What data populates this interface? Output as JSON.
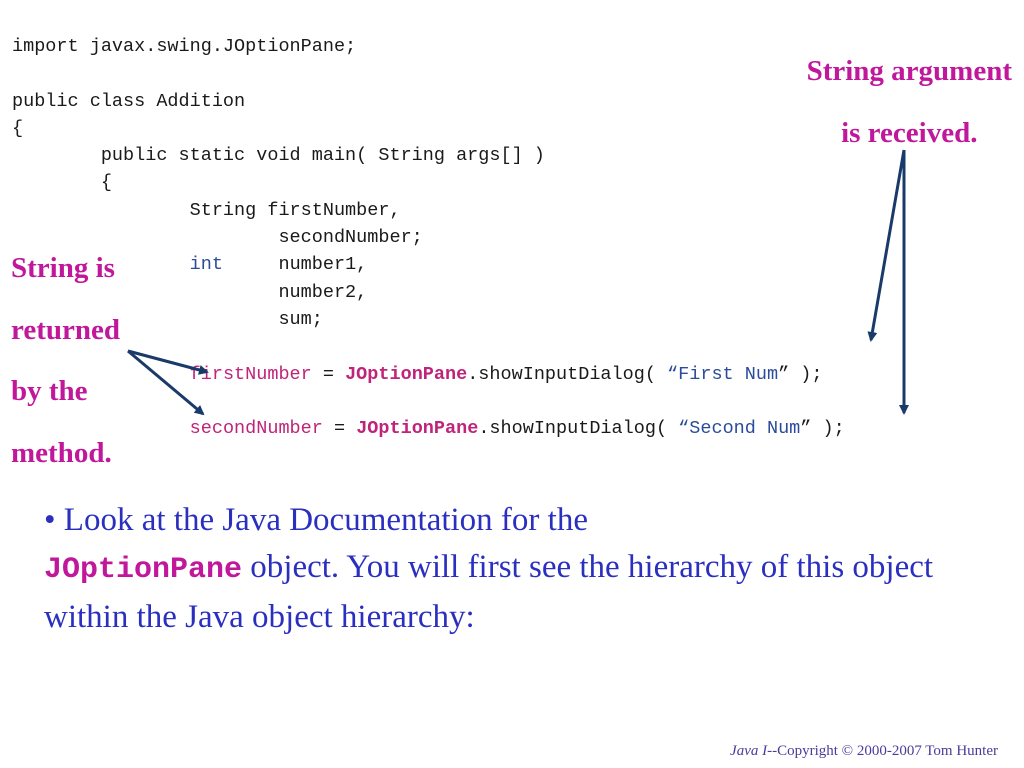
{
  "code": {
    "l1": "import javax.swing.JOptionPane;",
    "l3": "public class Addition",
    "l4": "{",
    "l5": "        public static void main( String args[] )",
    "l6": "        {",
    "l7": "                String firstNumber,",
    "l8": "                        secondNumber;",
    "l9_kw": "int",
    "l9_rest": "     number1,",
    "l9_indent": "                ",
    "l10": "                        number2,",
    "l11": "                        sum;",
    "l13_indent": "                ",
    "l13_var": "firstNumber",
    "l13_eq": " = ",
    "l13_cls": "JOptionPane",
    "l13_call": ".showInputDialog( ",
    "l13_str": "“First Num",
    "l13_end": "” );",
    "l15_indent": "                ",
    "l15_var": "secondNumber",
    "l15_eq": " = ",
    "l15_cls": "JOptionPane",
    "l15_call": ".showInputDialog( ",
    "l15_str": "“Second Num",
    "l15_end": "” );"
  },
  "callout_left": [
    "String is",
    "returned",
    "by the",
    "method."
  ],
  "callout_right": [
    "String argument",
    "is received."
  ],
  "bullet": {
    "prefix": "• Look at the Java Documentation for the",
    "mono": "JOptionPane",
    "suffix": " object. You will first see the hierarchy of this object within the Java object hierarchy:"
  },
  "footer": {
    "italic": "Java I",
    "rest": "--Copyright © 2000-2007 Tom Hunter"
  },
  "colors": {
    "callout": "#c0179b",
    "bullet_text": "#2a2fc0",
    "arrow": "#1a3a6a"
  }
}
